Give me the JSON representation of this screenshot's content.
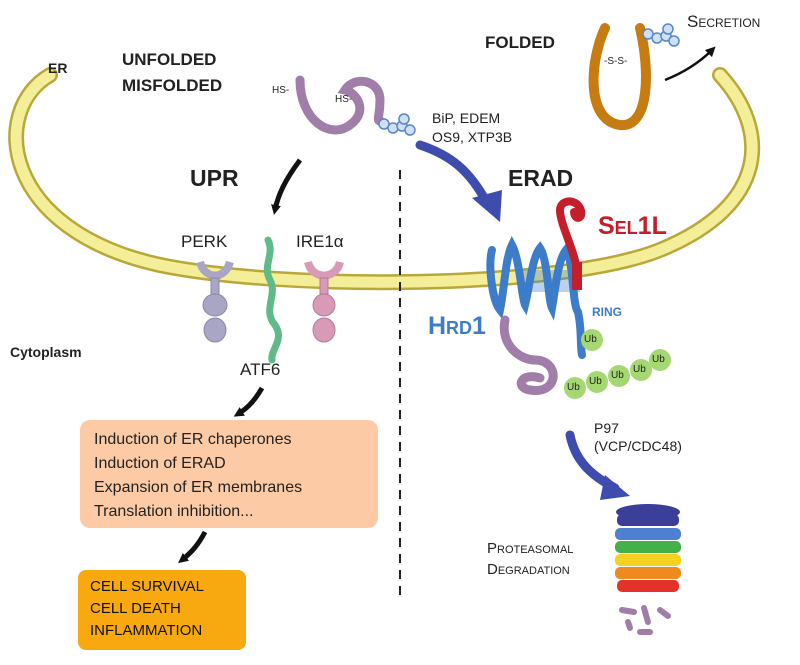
{
  "labels": {
    "er": "ER",
    "unfolded": "UNFOLDED",
    "misfolded": "MISFOLDED",
    "hs1": "HS-",
    "hs2": "HS-",
    "folded": "FOLDED",
    "ss": "-S-S-",
    "secretion": "Secretion",
    "chaperones1": "BiP, EDEM",
    "chaperones2": "OS9, XTP3B",
    "upr": "UPR",
    "erad": "ERAD",
    "sel1l": "Sel1L",
    "perk": "PERK",
    "ire1a": "IRE1α",
    "atf6": "ATF6",
    "cytoplasm": "Cytoplasm",
    "hrd1": "Hrd1",
    "ring": "RING",
    "ub": "Ub",
    "p97_1": "P97",
    "p97_2": "(VCP/CDC48)",
    "proteasomal": "Proteasomal",
    "degradation": "Degradation"
  },
  "info_box": {
    "lines": [
      "Induction of ER chaperones",
      "Induction of ERAD",
      "Expansion of ER membranes",
      "Translation inhibition..."
    ]
  },
  "outcome_box": {
    "lines": [
      "CELL SURVIVAL",
      "CELL DEATH",
      "INFLAMMATION"
    ]
  },
  "colors": {
    "membrane_fill": "#f5ee98",
    "membrane_stroke": "#b8a83a",
    "misfolded_protein": "#a17eaa",
    "folded_protein": "#c77c12",
    "erad_arrow": "#3d4cad",
    "hrd1": "#3d7cc9",
    "sel1l": "#c41e2a",
    "perk": "#a8a6c4",
    "atf6": "#5fba87",
    "ire1a": "#d99ab8",
    "ub": "#a5d873",
    "info_box": "#fdcaa6",
    "outcome_box": "#f7a90f",
    "proteasome": [
      "#3b3f9a",
      "#4f7fd0",
      "#43b04a",
      "#f4d21f",
      "#ef8a1f",
      "#e4322b"
    ]
  }
}
